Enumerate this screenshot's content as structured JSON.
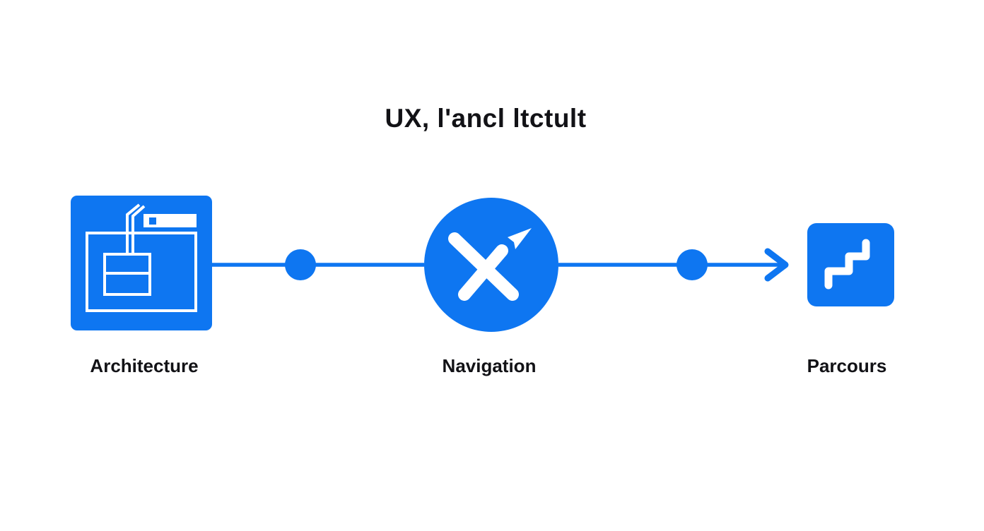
{
  "title": "UX, l'ancl ltctult",
  "colors": {
    "accent": "#0e76f1",
    "icon_foreground": "#ffffff",
    "text": "#121216",
    "background": "#ffffff"
  },
  "diagram": {
    "nodes": [
      {
        "id": "architecture",
        "label": "Architecture",
        "shape": "rounded-square",
        "icon": "browser-wireframe-icon"
      },
      {
        "id": "navigation",
        "label": "Navigation",
        "shape": "circle",
        "icon": "x-cursor-icon"
      },
      {
        "id": "parcours",
        "label": "Parcours",
        "shape": "rounded-square",
        "icon": "stairs-icon"
      }
    ],
    "connectors": [
      {
        "from": "architecture",
        "to": "navigation",
        "midpoint_dot": true,
        "arrowhead": false
      },
      {
        "from": "navigation",
        "to": "parcours",
        "midpoint_dot": true,
        "arrowhead": true
      }
    ]
  }
}
